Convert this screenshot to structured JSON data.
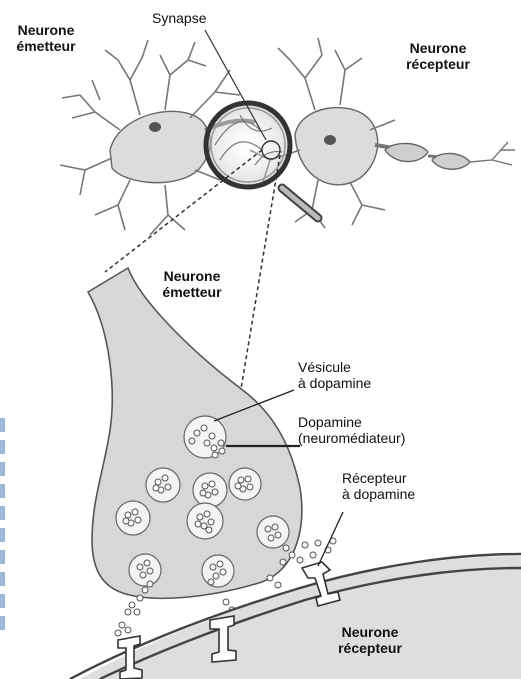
{
  "labels": {
    "synapse": "Synapse",
    "top_emitter": [
      "Neurone",
      "émetteur"
    ],
    "top_receiver": [
      "Neurone",
      "récepteur"
    ],
    "zoom_emitter": [
      "Neurone",
      "émetteur"
    ],
    "vesicle": [
      "Vésicule",
      "à dopamine"
    ],
    "dopamine": [
      "Dopamine",
      "(neuromédiateur)"
    ],
    "receptor": [
      "Récepteur",
      "à dopamine"
    ],
    "zoom_receiver": [
      "Neurone",
      "récepteur"
    ]
  },
  "colors": {
    "cell_fill": "#d7d7d7",
    "outline": "#555555",
    "vesicle_fill": "#f4f4f4",
    "receptor_fill": "#ffffff",
    "accent_margin": "#9db7d6"
  }
}
